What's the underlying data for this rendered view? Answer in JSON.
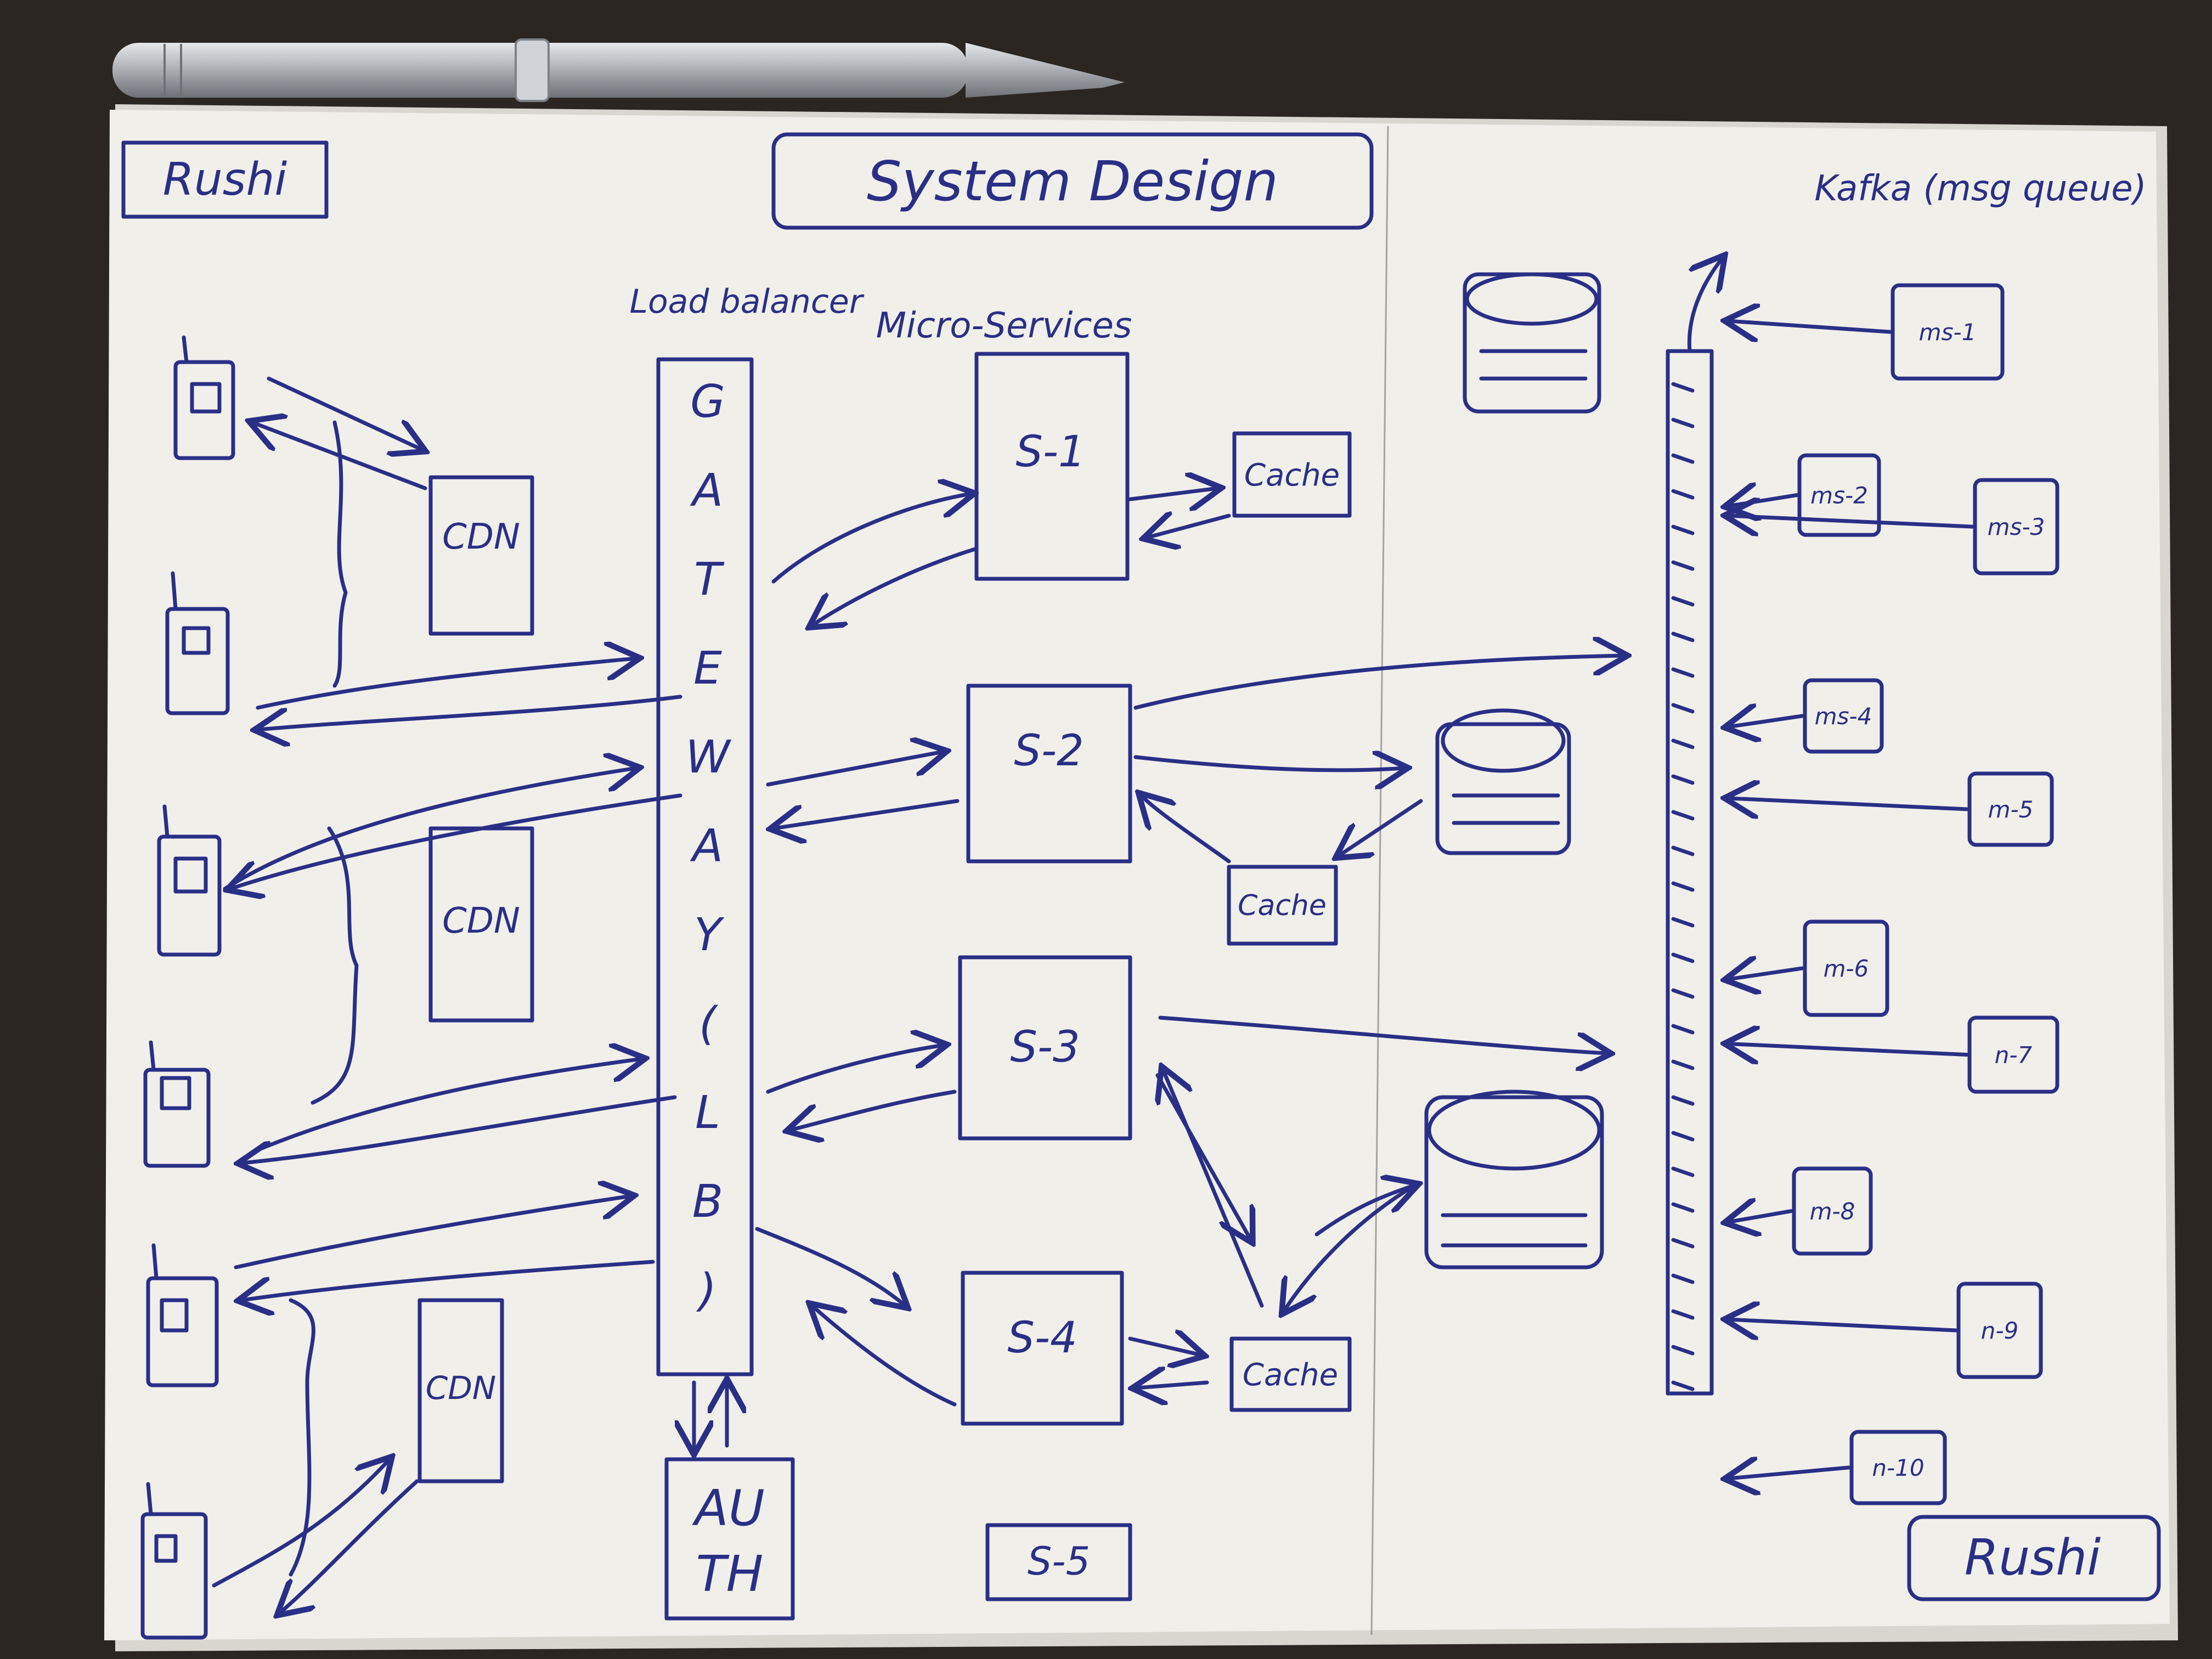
{
  "header": {
    "author_top": "Rushi",
    "title": "System Design",
    "queue_label": "Kafka (msg queue)"
  },
  "labels": {
    "load_balancer": "Load balancer",
    "micro_services": "Micro-Services"
  },
  "cdn": [
    "CDN",
    "CDN",
    "CDN"
  ],
  "gateway": [
    "G",
    "A",
    "T",
    "E",
    "W",
    "A",
    "Y",
    "(",
    "L",
    "B",
    ")"
  ],
  "auth": [
    "AU",
    "TH"
  ],
  "services": [
    "S-1",
    "S-2",
    "S-3",
    "S-4",
    "S-5"
  ],
  "caches": [
    "Cache",
    "Cache",
    "Cache"
  ],
  "queue_consumers": [
    "ms-1",
    "ms-2",
    "ms-3",
    "ms-4",
    "m-5",
    "m-6",
    "n-7",
    "m-8",
    "n-9",
    "n-10"
  ],
  "author_bottom": "Rushi",
  "colors": {
    "ink": "#2a2f86",
    "paper": "#f1efea",
    "background": "#2b2622",
    "pen": "#b9bcc0"
  }
}
